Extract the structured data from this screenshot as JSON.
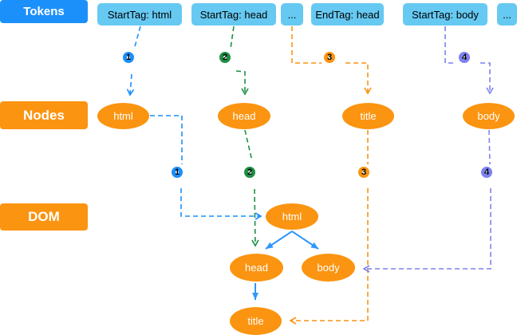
{
  "colors": {
    "blue": "#1c90fa",
    "lightblue": "#66c9f2",
    "orange": "#fb9410",
    "green": "#1d8f44",
    "purple": "#7d82f2",
    "tree_arrow": "#2e97fb",
    "token_text": "#333333",
    "badge_number": "#16181d"
  },
  "tokens_row": {
    "label": "Tokens",
    "items": [
      {
        "text": "StartTag: html"
      },
      {
        "text": "StartTag: head"
      },
      {
        "text": "..."
      },
      {
        "text": "EndTag: head"
      },
      {
        "text": "StartTag: body"
      },
      {
        "text": "..."
      }
    ]
  },
  "nodes_row": {
    "label": "Nodes",
    "items": [
      {
        "text": "html"
      },
      {
        "text": "head"
      },
      {
        "text": "title"
      },
      {
        "text": "body"
      }
    ]
  },
  "dom_row": {
    "label": "DOM",
    "nodes": [
      {
        "text": "html"
      },
      {
        "text": "head"
      },
      {
        "text": "body"
      },
      {
        "text": "title"
      }
    ]
  },
  "badges": {
    "row1": [
      {
        "n": "1"
      },
      {
        "n": "2"
      },
      {
        "n": "3"
      },
      {
        "n": "4"
      }
    ],
    "row2": [
      {
        "n": "1"
      },
      {
        "n": "2"
      },
      {
        "n": "3"
      },
      {
        "n": "4"
      }
    ]
  }
}
